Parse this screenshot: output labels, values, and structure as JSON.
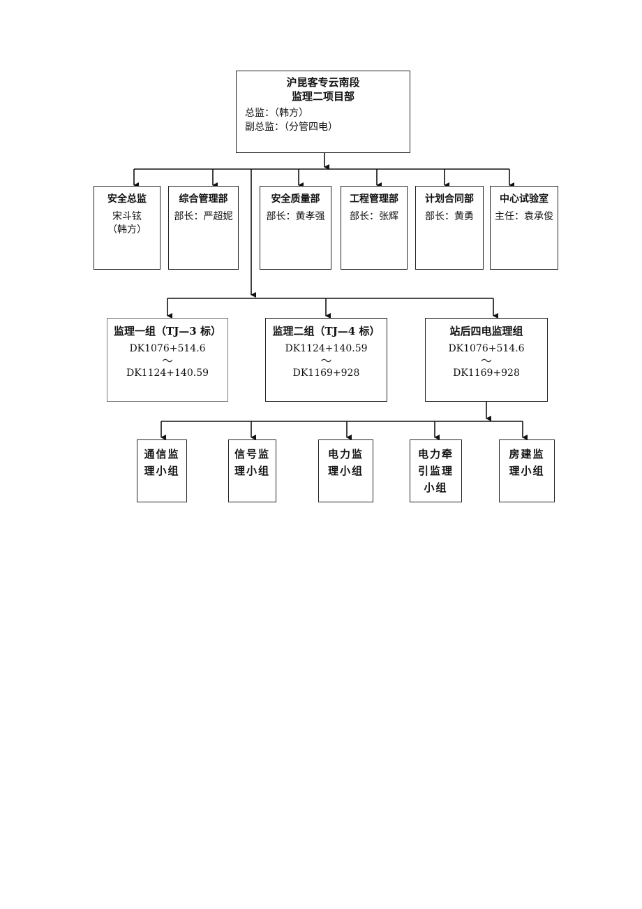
{
  "root": {
    "title1": "沪昆客专云南段",
    "title2": "监理二项目部",
    "line1": "总监：（韩方）",
    "line2": "副总监：（分管四电）"
  },
  "departments": [
    {
      "title": "安全总监",
      "lines": [
        "宋斗铉",
        "（韩方）"
      ]
    },
    {
      "title": "综合管理部",
      "lines": [
        "部长：严超妮"
      ]
    },
    {
      "title": "安全质量部",
      "lines": [
        "部长：黄孝强"
      ]
    },
    {
      "title": "工程管理部",
      "lines": [
        "部长：张辉"
      ]
    },
    {
      "title": "计划合同部",
      "lines": [
        "部长：黄勇"
      ]
    },
    {
      "title": "中心试验室",
      "lines": [
        "主任：袁承俊"
      ]
    }
  ],
  "groups": [
    {
      "title": "监理一组（TJ—3 标）",
      "from": "DK1076+514.6",
      "tilde": "～",
      "to": "DK1124+140.59"
    },
    {
      "title": "监理二组（TJ—4 标）",
      "from": "DK1124+140.59",
      "tilde": "～",
      "to": "DK1169+928"
    },
    {
      "title": "站后四电监理组",
      "from": "DK1076+514.6",
      "tilde": "～",
      "to": "DK1169+928"
    }
  ],
  "subgroups": [
    {
      "title": "通信监理小组"
    },
    {
      "title": "信号监理小组"
    },
    {
      "title": "电力监理小组"
    },
    {
      "title": "电力牵引监理小组"
    },
    {
      "title": "房建监理小组"
    }
  ]
}
